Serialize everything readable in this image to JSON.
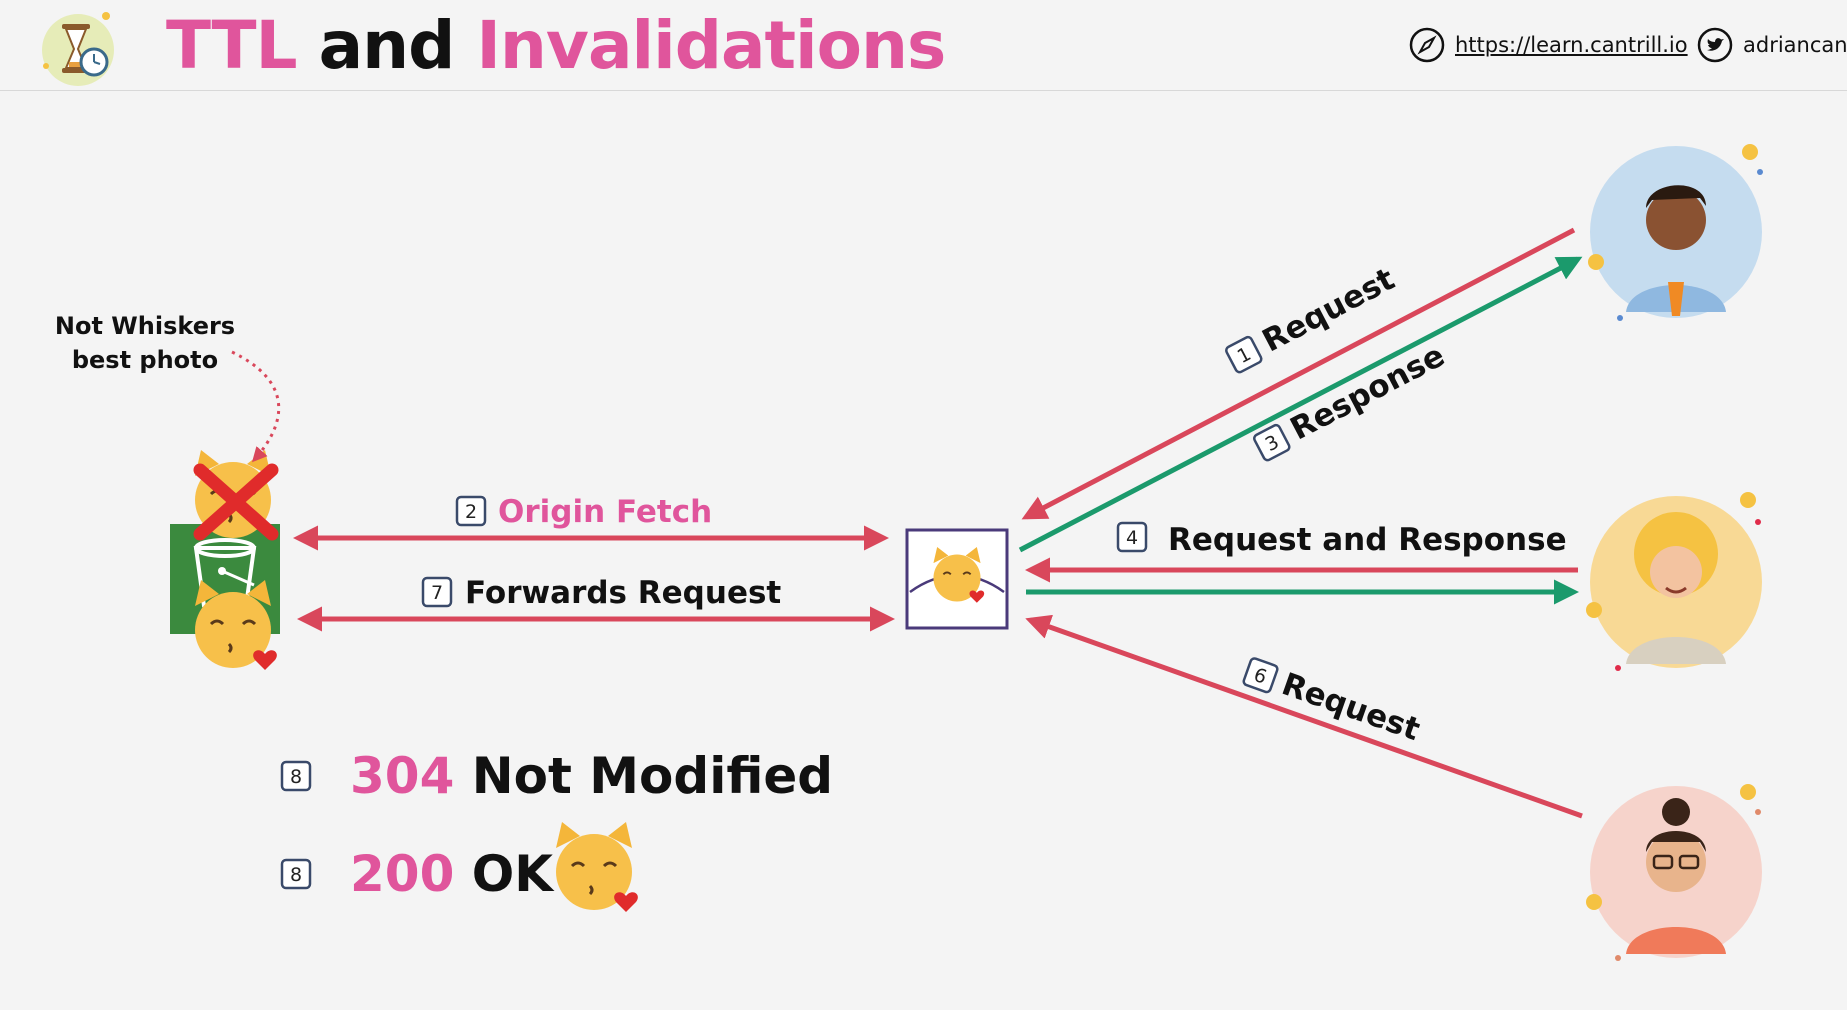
{
  "title": {
    "part1": "TTL",
    "part2": "and",
    "part3": "Invalidations"
  },
  "header": {
    "url_text": "https://learn.cantrill.io",
    "twitter_text": "adriancantrill",
    "url_icon": "compass-icon",
    "twitter_icon": "twitter-icon"
  },
  "note": {
    "line1": "Not Whiskers",
    "line2": "best photo"
  },
  "arrows": {
    "request_1": {
      "step": "1",
      "text": "Request"
    },
    "response_3": {
      "step": "3",
      "text": "Response"
    },
    "origin_fetch": {
      "step": "2",
      "text": "Origin Fetch"
    },
    "forwards_request": {
      "step": "7",
      "text": "Forwards Request"
    },
    "req_resp_4": {
      "step": "4",
      "text": "Request and Response"
    },
    "request_6": {
      "step": "6",
      "text": "Request"
    }
  },
  "status": [
    {
      "step": "8",
      "code": "304",
      "text": "Not Modified"
    },
    {
      "step": "8",
      "code": "200",
      "text": "OK"
    }
  ],
  "colors": {
    "pink": "#e0559c",
    "arrow_red": "#d9475b",
    "arrow_green": "#1b9a6c",
    "bucket_green": "#3b8a3e",
    "edge_purple": "#4a3a7a"
  },
  "icons": [
    "hourglass-icon",
    "s3-bucket-icon",
    "kissing-cat-icon",
    "red-x-icon",
    "edge-location-icon",
    "user-man-icon",
    "user-blonde-icon",
    "user-woman-icon"
  ]
}
